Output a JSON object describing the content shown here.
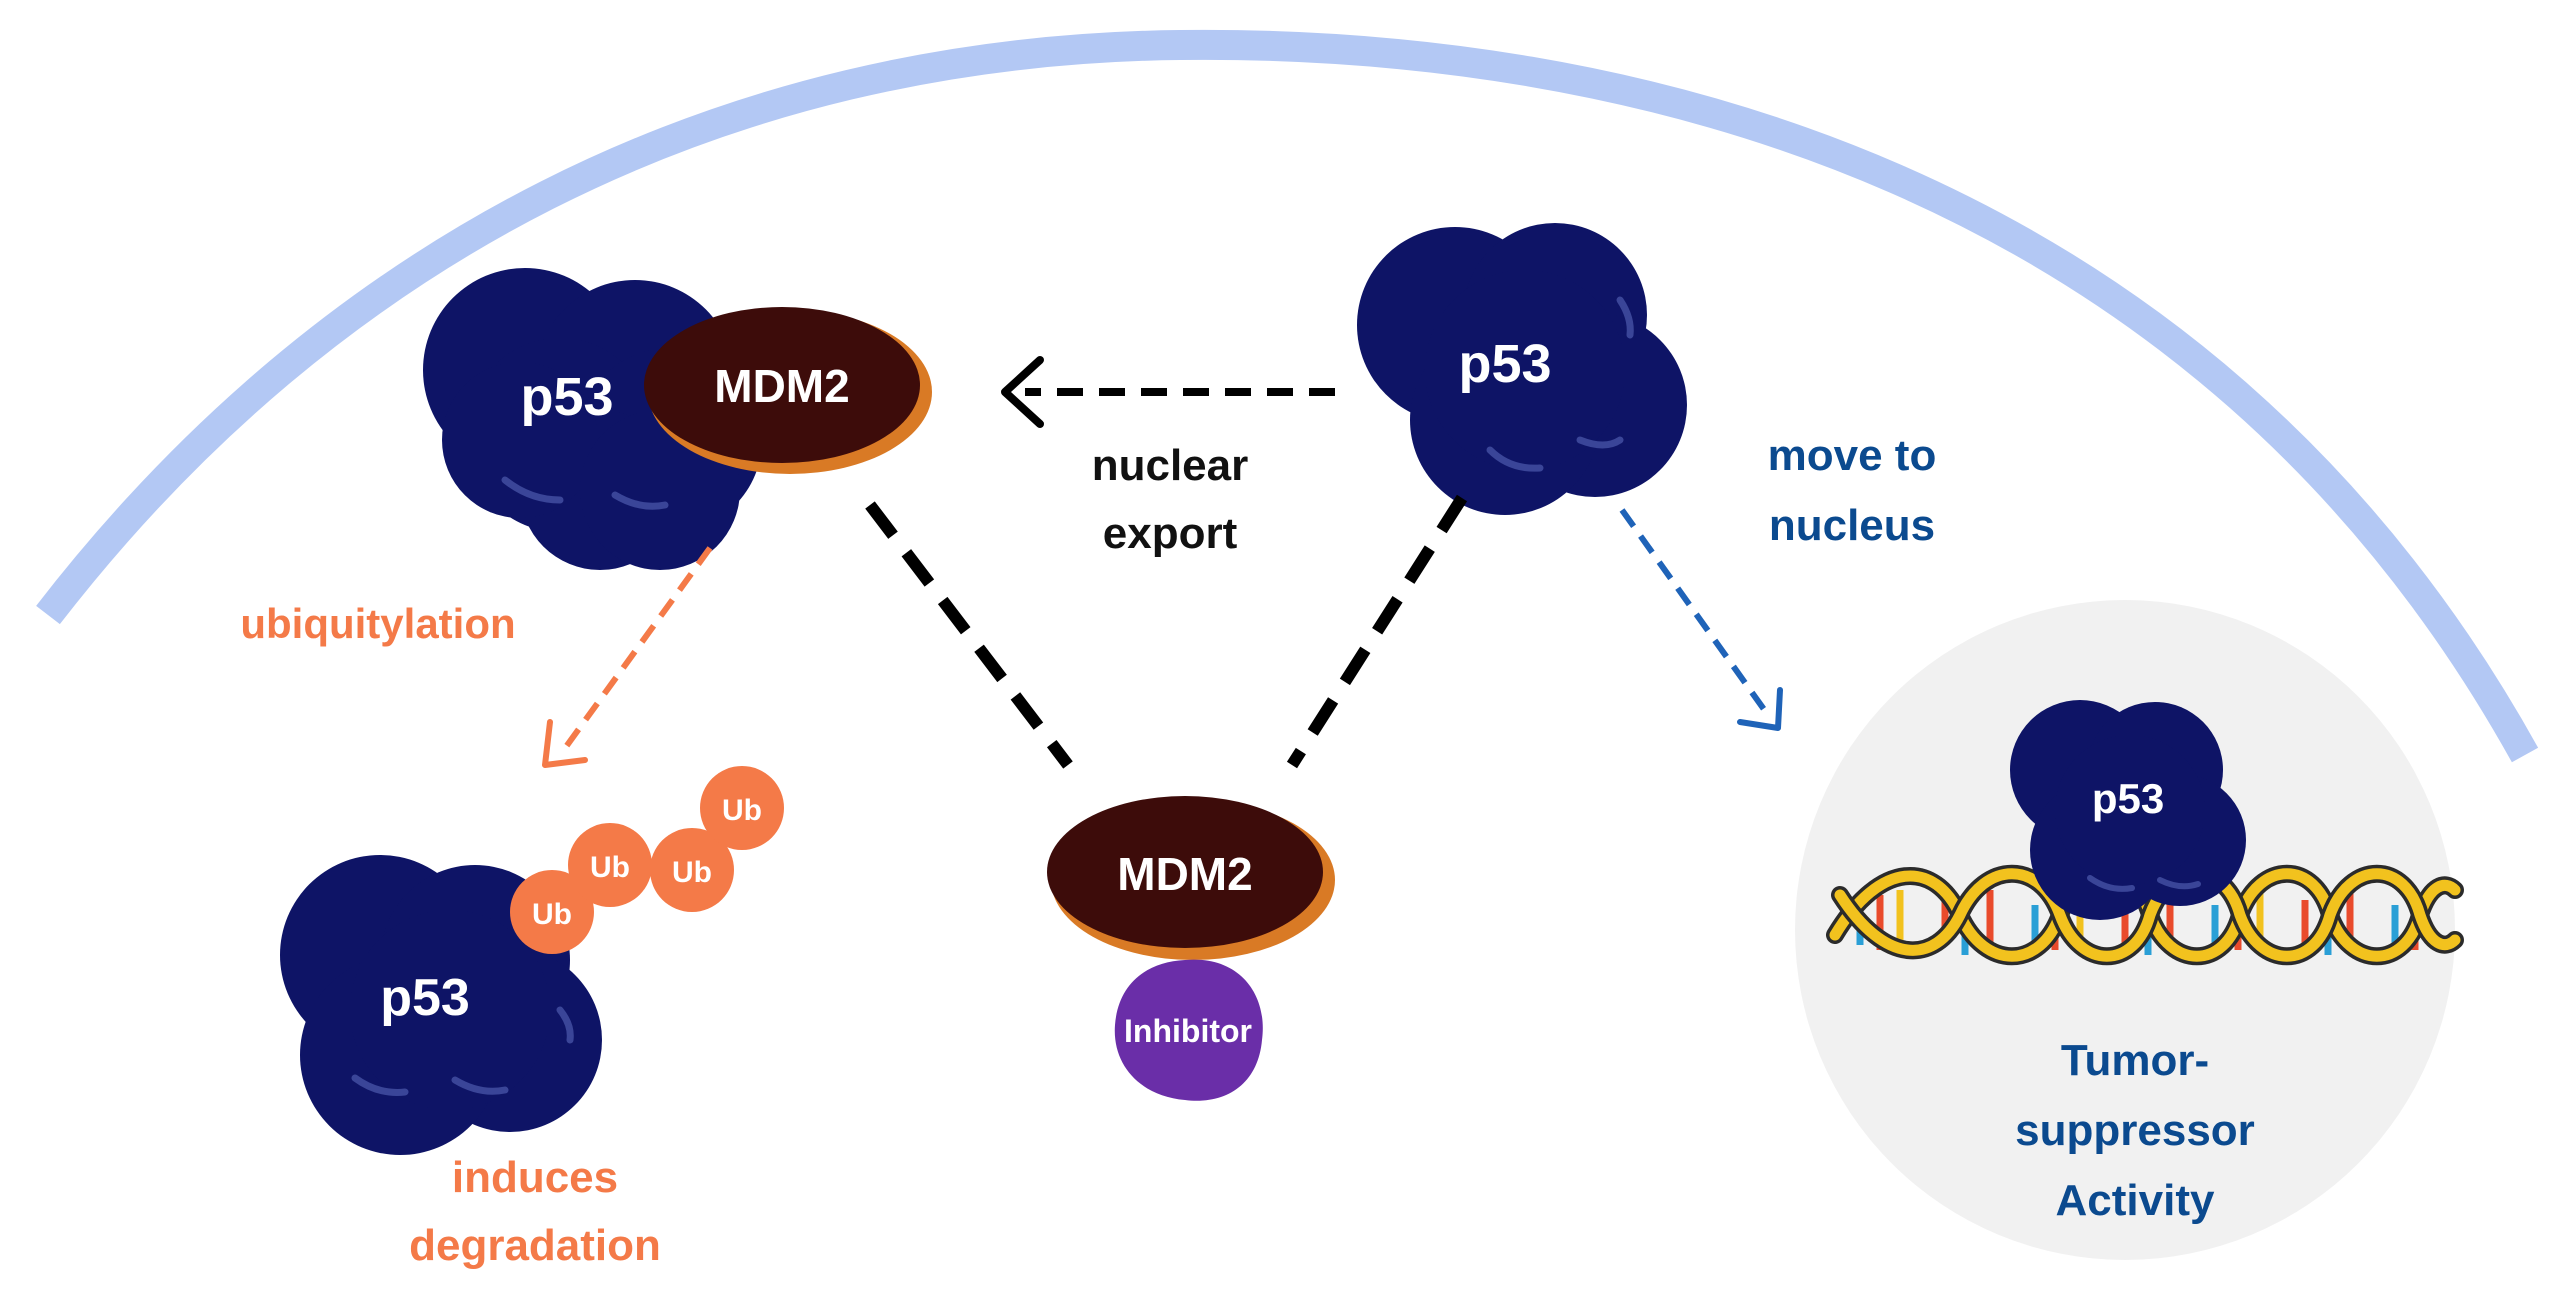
{
  "labels": {
    "p53_complex": "p53",
    "mdm2_complex": "MDM2",
    "p53_free": "p53",
    "nuclear_export_line1": "nuclear",
    "nuclear_export_line2": "export",
    "move_nucleus_line1": "move to",
    "move_nucleus_line2": "nucleus",
    "ubiquitylation": "ubiquitylation",
    "ub1": "Ub",
    "ub2": "Ub",
    "ub3": "Ub",
    "ub4": "Ub",
    "p53_degraded": "p53",
    "induces_line1": "induces",
    "induces_line2": "degradation",
    "mdm2_inhibited": "MDM2",
    "inhibitor": "Inhibitor",
    "p53_nucleus": "p53",
    "tumor_line1": "Tumor-",
    "tumor_line2": "suppressor",
    "tumor_line3": "Activity"
  },
  "colors": {
    "membrane": "#b3c8f4",
    "p53": "#0e1466",
    "p53_highlight": "#3a4598",
    "mdm2_fill": "#3d0c0a",
    "mdm2_rim": "#d97a25",
    "ubiquitin": "#f47a48",
    "inhibitor": "#6a2ea8",
    "orange_text": "#f47a48",
    "blue_text": "#0b4a8f",
    "nucleus_bg": "#f1f1f1",
    "dna_backbone": "#f2c21e",
    "dna_outline": "#2b2b2b"
  }
}
